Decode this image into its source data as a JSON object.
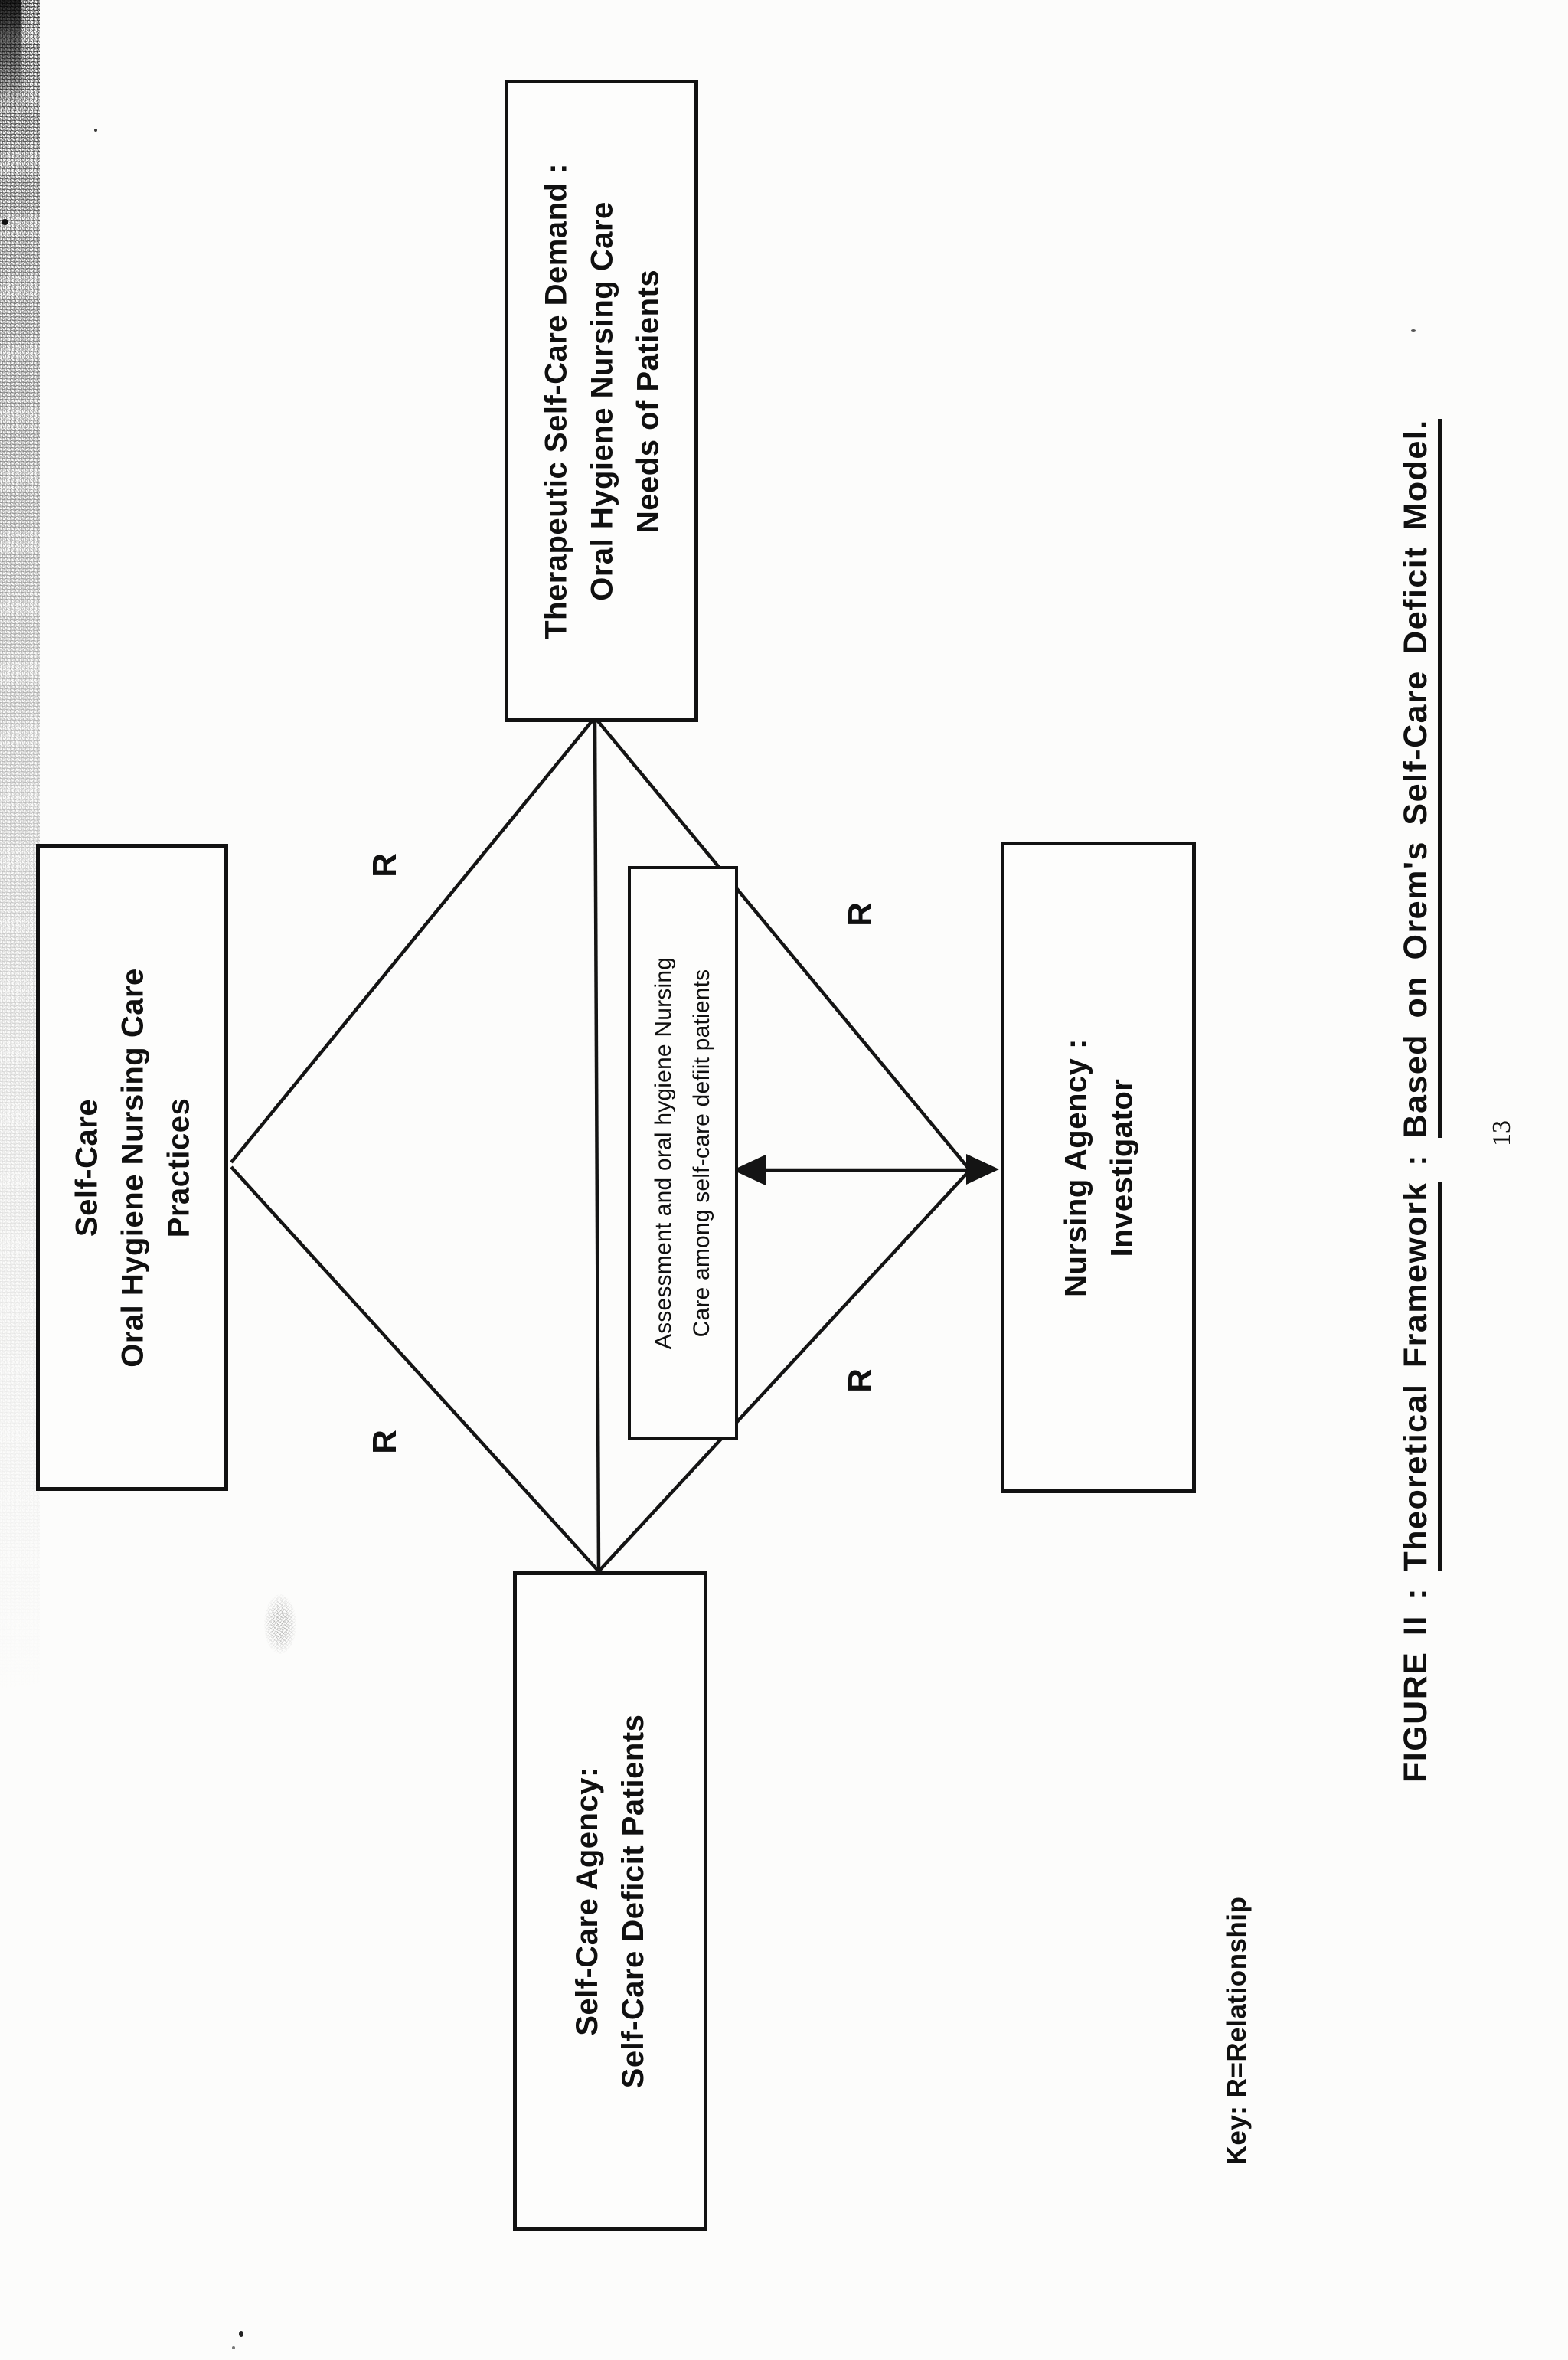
{
  "document": {
    "page_number": "13",
    "key_note": "Key: R=Relationship",
    "relationship_symbol": "R",
    "caption": {
      "figure_label": "FIGURE II",
      "separator1": " : ",
      "title_part1": "Theoretical Framework",
      "separator2": " : ",
      "title_part2": "Based on Orem's Self-Care Deficit Model."
    }
  },
  "diagram": {
    "boxes": {
      "therapeutic_demand": {
        "lines": [
          "Therapeutic Self-Care Demand :",
          "Oral Hygiene Nursing Care",
          "Needs of Patients"
        ]
      },
      "self_care_practices": {
        "lines": [
          "Self-Care",
          "Oral Hygiene Nursing Care",
          "Practices"
        ]
      },
      "nursing_agency": {
        "lines": [
          "Nursing Agency :",
          "Investigator"
        ]
      },
      "self_care_agency": {
        "lines": [
          "Self-Care Agency:",
          "Self-Care Deficit Patients"
        ]
      },
      "assessment_note": {
        "lines": [
          "Assessment and oral hygiene Nursing",
          "Care among self-care defiit patients"
        ]
      }
    },
    "colors": {
      "ink": "#141414",
      "paper": "#fcfcfb"
    }
  }
}
